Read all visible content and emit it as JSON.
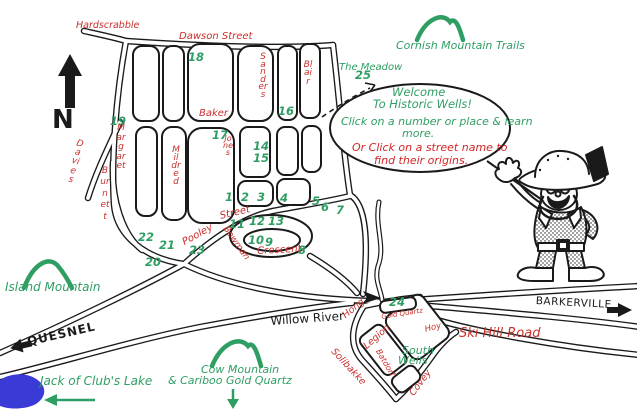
{
  "bubble": {
    "lines": [
      "Welcome",
      "To Historic Wells!",
      "Click on a number or place & learn",
      "more.",
      "Or Click on a street name to",
      "find their origins."
    ]
  },
  "compass": {
    "north": "N"
  },
  "numbers": {
    "n1": "1",
    "n2": "2",
    "n3": "3",
    "n4": "4",
    "n5": "5",
    "n6": "6",
    "n7": "7",
    "n8": "8",
    "n9": "9",
    "n10": "10",
    "n11": "11",
    "n12": "12",
    "n13": "13",
    "n14": "14",
    "n15": "15",
    "n16": "16",
    "n17": "17",
    "n18": "18",
    "n19": "19",
    "n20": "20",
    "n21": "21",
    "n22": "22",
    "n23": "23",
    "n24": "24",
    "n25": "25"
  },
  "streets": {
    "hardscrabble": "Hardscrabble",
    "dawson": "Dawson Street",
    "baker": "Baker",
    "sanders": "Sanders",
    "blair": "Blair",
    "jones": "Jones",
    "mildred": "Mildred",
    "margaret": "Margaret",
    "burnett": "Burnett",
    "davies": "Davies",
    "pooley": "Pooley",
    "street": "Street",
    "bowman": "Bowman",
    "crescent": "Crescent",
    "hong": "Hong",
    "gold_quartz": "Gold Quartz",
    "hoy": "Hoy",
    "legion": "Legion",
    "batdorf": "Batdorf",
    "solibakke": "Solibakke",
    "covey": "Covey",
    "ski_hill": "Ski Hill Road"
  },
  "places": {
    "cornish": "Cornish Mountain Trails",
    "meadow": "The Meadow",
    "island": "Island Mountain",
    "jack": "Jack of Club's Lake",
    "cow_line1": "Cow Mountain",
    "cow_line2": "& Cariboo Gold Quartz",
    "south_line1": "South",
    "south_line2": "Wells",
    "quesnel": "QUESNEL",
    "barkerville": "BARKERVILLE",
    "willow": "Willow River"
  },
  "colors": {
    "street_red": "#c9302c",
    "map_green": "#2f9e63",
    "ink_black": "#1a1a1a",
    "lake_blue": "#3a3ad6",
    "bubble_red": "#d42525"
  }
}
